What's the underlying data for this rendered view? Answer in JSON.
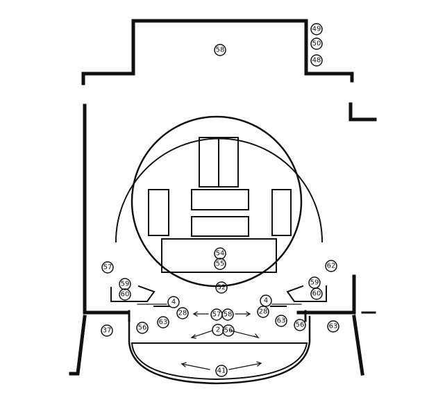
{
  "diagram": {
    "style": {
      "ink": "#111111",
      "paper": "#ffffff"
    },
    "labels": {
      "l49": "49",
      "l50": "50",
      "l48": "48",
      "l58": "58",
      "l57_left": "57",
      "l62": "62",
      "l59_left": "59",
      "l60_left": "60",
      "l59_right": "59",
      "l60_right": "60",
      "l52": "52",
      "l54": "54",
      "l55": "55",
      "l4_left": "4",
      "l4_right": "4",
      "l28_left": "28",
      "l28_right": "28",
      "l57_center": "57",
      "l58_center": "58",
      "l2": "2",
      "l56": "56",
      "l37": "37",
      "l56_left": "56",
      "l63_left": "63",
      "l63_right": "63",
      "l56_right": "56",
      "l63_far": "63",
      "l41": "41"
    }
  }
}
